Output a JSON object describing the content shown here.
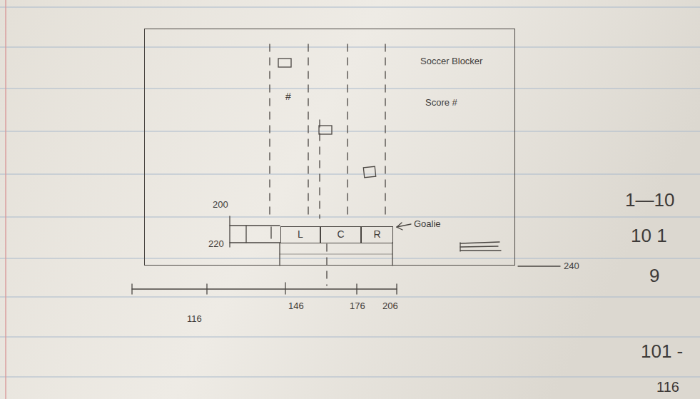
{
  "diagram": {
    "nodes": [
      {
        "text": [
          "Soccer Blocker",
          "Score #"
        ]
      },
      {
        "text": [
          "L"
        ],
        "in": 0
      },
      {
        "text": [
          "C"
        ],
        "in": 0
      },
      {
        "text": [
          "R"
        ],
        "in": 0
      }
    ],
    "labels": [
      "#",
      "200",
      "220",
      "Goalie",
      "240",
      "116",
      "146",
      "176",
      "206",
      "1—10",
      "10 1",
      "9",
      "101 -",
      "116"
    ]
  }
}
